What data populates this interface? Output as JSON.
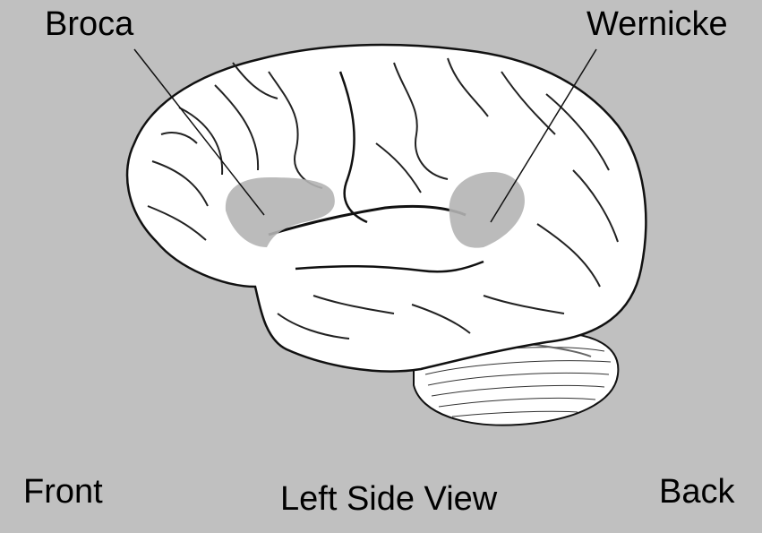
{
  "labels": {
    "broca": "Broca",
    "wernicke": "Wernicke",
    "front": "Front",
    "view": "Left Side View",
    "back": "Back"
  },
  "colors": {
    "background": "#c0c0c0",
    "brain_fill": "#ffffff",
    "highlight": "#b4b4b4",
    "outline": "#111111"
  }
}
